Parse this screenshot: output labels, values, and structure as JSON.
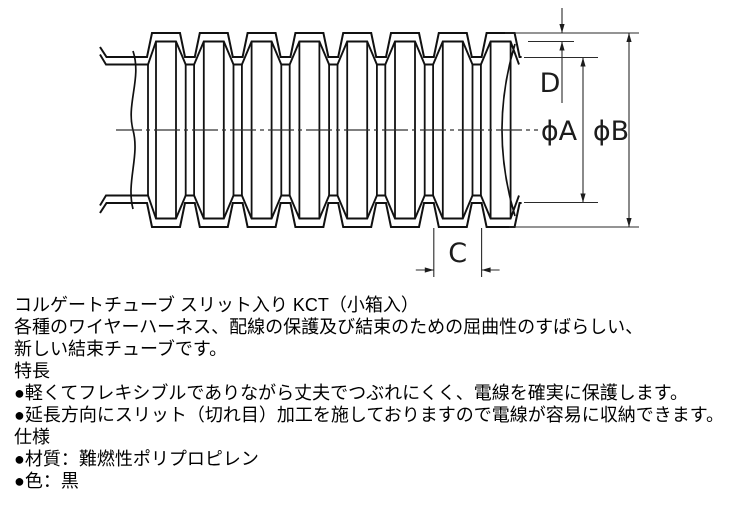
{
  "diagram": {
    "labels": {
      "d": "D",
      "phi_a": "ϕA",
      "phi_b": "ϕB",
      "c": "C"
    }
  },
  "description": {
    "lines": [
      "コルゲートチューブ スリット入り KCT（小箱入）",
      "各種のワイヤーハーネス、配線の保護及び結束のための屈曲性のすばらしい、",
      "新しい結束チューブです。",
      "特長",
      "●軽くてフレキシブルでありながら丈夫でつぶれにくく、電線を確実に保護します。",
      "●延長方向にスリット（切れ目）加工を施しておりますので電線が容易に収納できます。",
      "仕様",
      "●材質：難燃性ポリプロピレン",
      "●色：黒"
    ]
  }
}
